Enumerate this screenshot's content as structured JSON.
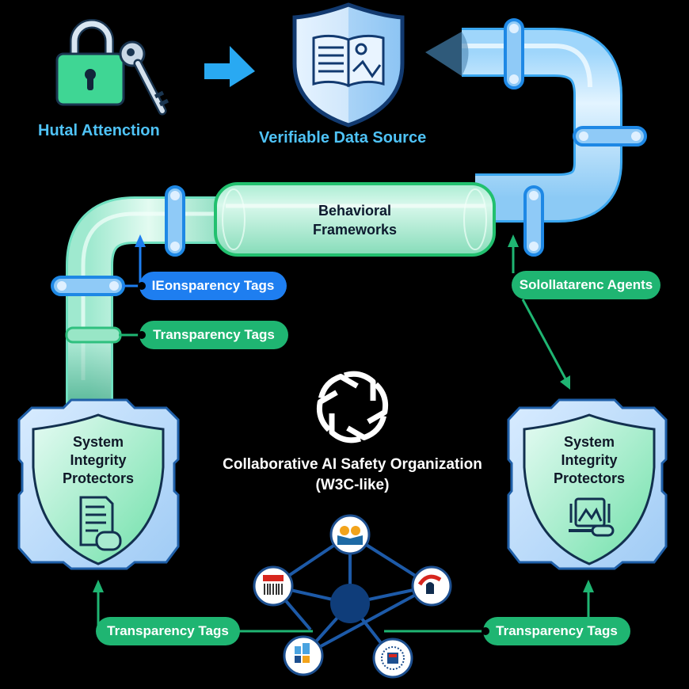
{
  "top": {
    "lock_label": "Hutal Attenction",
    "source_label": "Verifiable Data Source"
  },
  "pipe": {
    "segment_label_line1": "Behavioral",
    "segment_label_line2": "Frameworks"
  },
  "tags": {
    "left_blue": "IEonsparency Tags",
    "left_green": "Transparency Tags",
    "right_green": "Solollatarenc Agents",
    "bottom_left": "Transparency Tags",
    "bottom_right": "Transparency Tags"
  },
  "shields": {
    "left": {
      "line1": "System",
      "line2": "Integrity",
      "line3": "Protectors",
      "icon": "document-icon"
    },
    "right": {
      "line1": "System",
      "line2": "Integrity",
      "line3": "Protectors",
      "icon": "monitor-chart-icon"
    }
  },
  "center": {
    "title_line1": "Collaborative AI Safety Organization",
    "title_line2": "(W3C-like)",
    "logo": "knot-logo-icon"
  },
  "network": {
    "hub": "hub-node",
    "nodes": [
      "people-badge-icon",
      "flag-barcode-icon",
      "bird-emblem-icon",
      "buildings-icon",
      "seal-emblem-icon"
    ]
  },
  "colors": {
    "background": "#000000",
    "accent_blue": "#4fc3f7",
    "tag_blue": "#1e7ef0",
    "tag_green": "#1fb572",
    "pipe_blue": "#bfe4fb",
    "pipe_green": "#bff3df",
    "hub": "#0f3d7a"
  }
}
